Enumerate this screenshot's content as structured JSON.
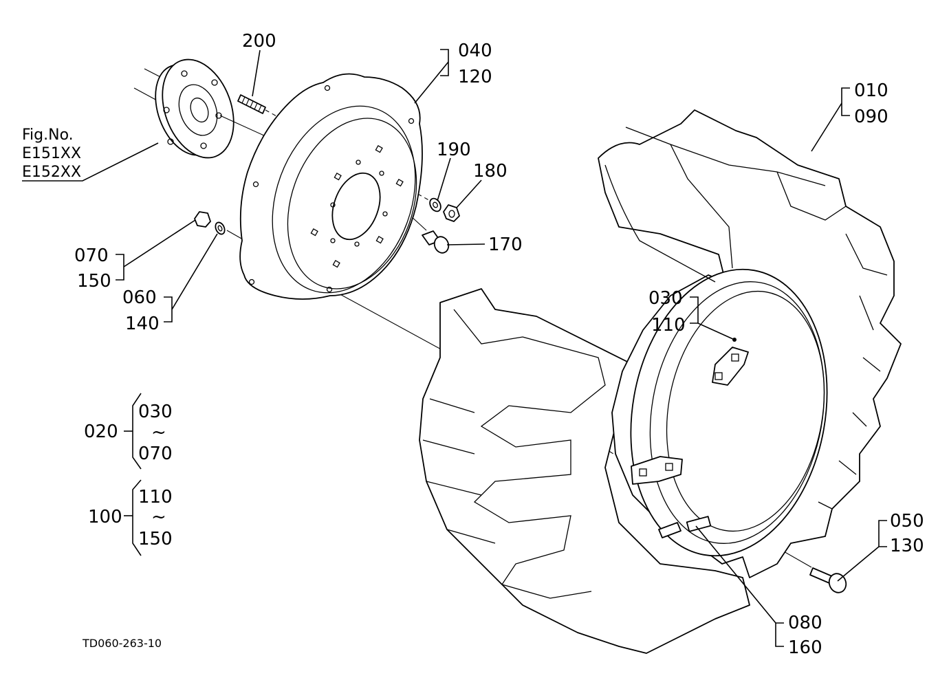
{
  "diagram_id": "TD060-263-10",
  "fig_reference": {
    "title": "Fig.No.",
    "lines": [
      "E151XX",
      "E152XX"
    ]
  },
  "callouts": {
    "c200": "200",
    "c040": "040",
    "c120": "120",
    "c010": "010",
    "c090": "090",
    "c190": "190",
    "c180": "180",
    "c170": "170",
    "c070": "070",
    "c150": "150",
    "c060": "060",
    "c140": "140",
    "c030": "030",
    "c110": "110",
    "c050": "050",
    "c130": "130",
    "c080": "080",
    "c160": "160"
  },
  "groups": [
    {
      "id": "020",
      "from": "030",
      "sep": "~",
      "to": "070"
    },
    {
      "id": "100",
      "from": "110",
      "sep": "~",
      "to": "150"
    }
  ]
}
